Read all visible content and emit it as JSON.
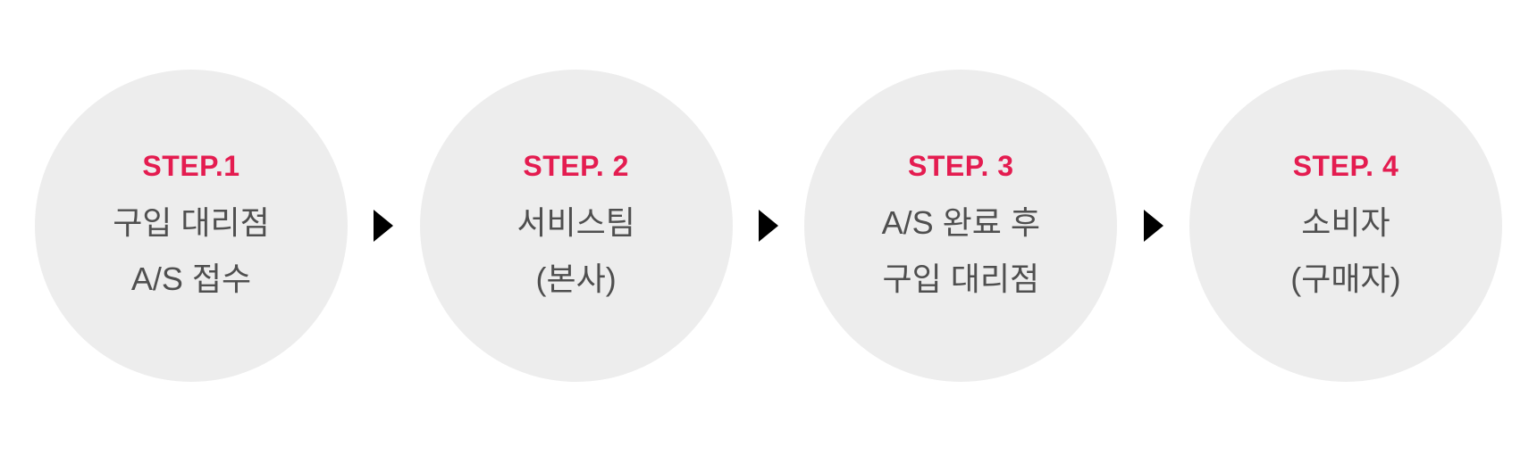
{
  "diagram": {
    "steps": [
      {
        "label": "STEP.1",
        "lines": [
          "구입 대리점",
          "A/S 접수"
        ]
      },
      {
        "label": "STEP. 2",
        "lines": [
          "서비스팀",
          "(본사)"
        ]
      },
      {
        "label": "STEP. 3",
        "lines": [
          "A/S 완료 후",
          "구입 대리점"
        ]
      },
      {
        "label": "STEP. 4",
        "lines": [
          "소비자",
          "(구매자)"
        ]
      }
    ],
    "arrow_icon": "right-triangle"
  },
  "colors": {
    "background": "#ffffff",
    "circle_bg": "#EDEDED",
    "step_label": "#E41C50",
    "text": "#4F4F4F",
    "arrow": "#000000"
  }
}
